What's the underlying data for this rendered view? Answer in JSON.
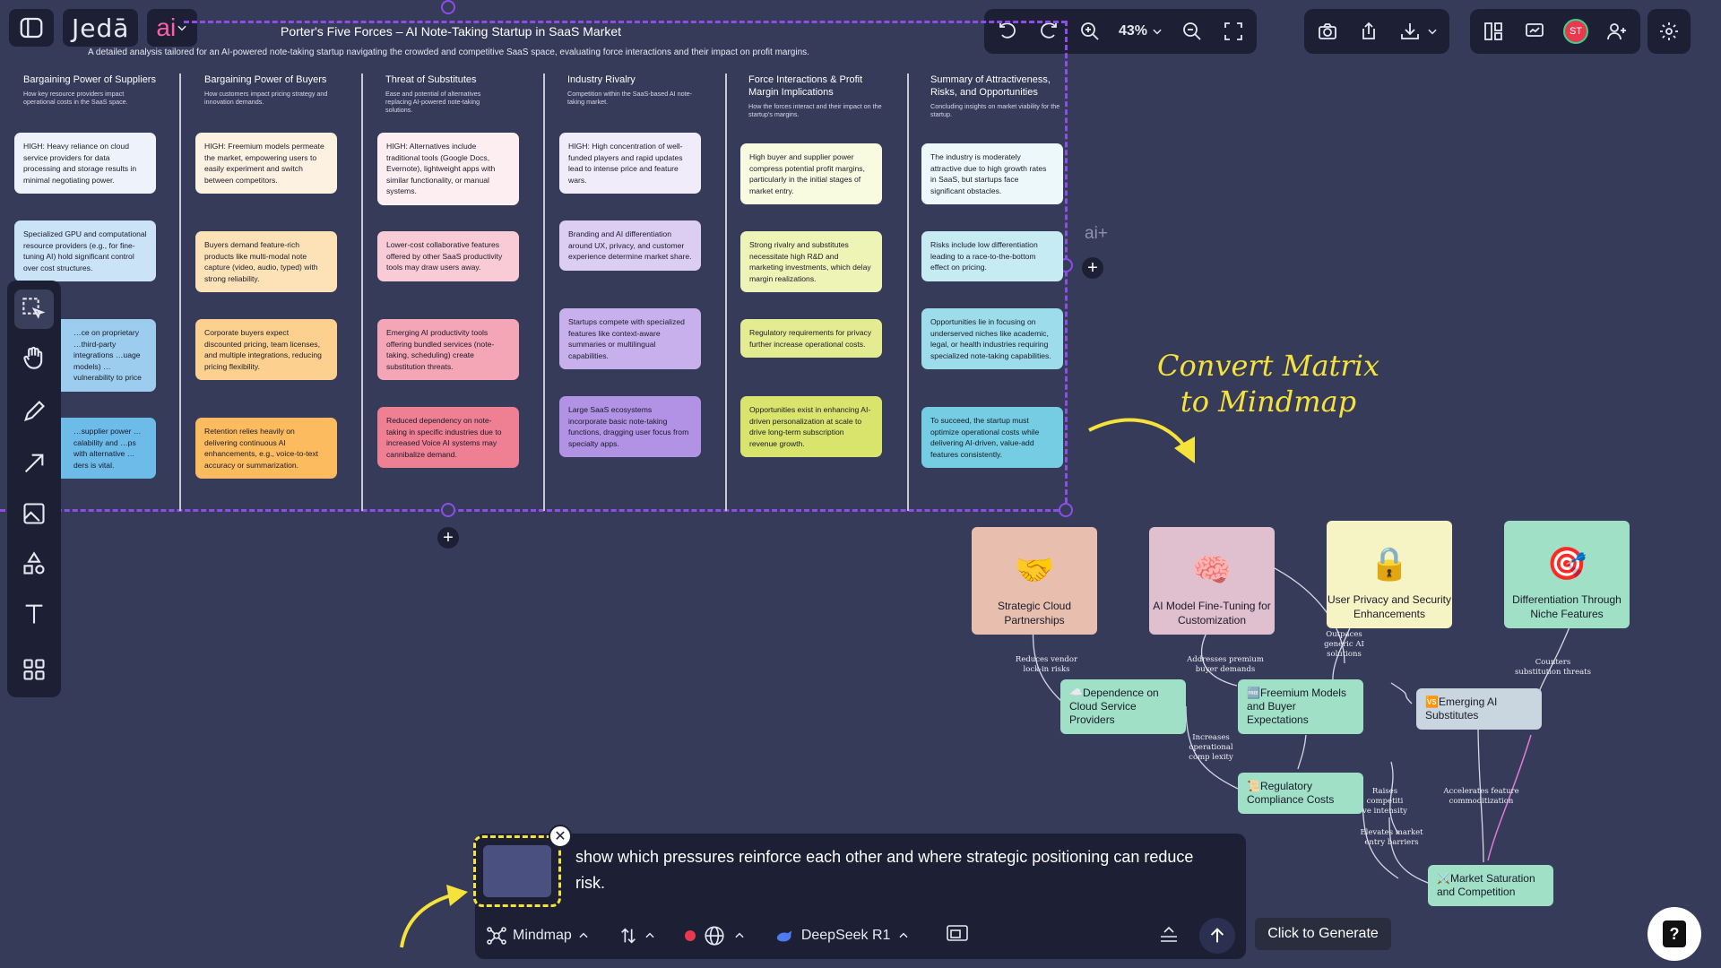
{
  "app": {
    "logo": "Jedā",
    "ai_logo": "ai"
  },
  "doc": {
    "title": "Porter's Five Forces – AI Note-Taking Startup in SaaS Market",
    "subtitle": "A detailed analysis tailored for an AI-powered note-taking startup navigating the crowded and competitive SaaS space, evaluating force interactions and their impact on profit margins."
  },
  "toolbar": {
    "zoom": "43%",
    "avatar": "ST"
  },
  "canvas": {
    "ai_plus": "ai+",
    "plus": "+"
  },
  "columns": [
    {
      "title": "Bargaining Power of Suppliers",
      "desc": "How key resource providers impact operational costs in the SaaS space.",
      "cards": [
        "HIGH: Heavy reliance on cloud service providers for data processing and storage results in minimal negotiating power.",
        "Specialized GPU and computational resource providers (e.g., for fine-tuning AI) hold significant control over cost structures.",
        "…ce on proprietary …third-party integrations …uage models) …vulnerability to price",
        "…supplier power …calability and …ps with alternative …ders is vital."
      ]
    },
    {
      "title": "Bargaining Power of Buyers",
      "desc": "How customers impact pricing strategy and innovation demands.",
      "cards": [
        "HIGH: Freemium models permeate the market, empowering users to easily experiment and switch between competitors.",
        "Buyers demand feature-rich products like multi-modal note capture (video, audio, typed) with strong reliability.",
        "Corporate buyers expect discounted pricing, team licenses, and multiple integrations, reducing pricing flexibility.",
        "Retention relies heavily on delivering continuous AI enhancements, e.g., voice-to-text accuracy or summarization."
      ]
    },
    {
      "title": "Threat of Substitutes",
      "desc": "Ease and potential of alternatives replacing AI-powered note-taking solutions.",
      "cards": [
        "HIGH: Alternatives include traditional tools (Google Docs, Evernote), lightweight apps with similar functionality, or manual systems.",
        "Lower-cost collaborative features offered by other SaaS productivity tools may draw users away.",
        "Emerging AI productivity tools offering bundled services (note-taking, scheduling) create substitution threats.",
        "Reduced dependency on note-taking in specific industries due to increased Voice AI systems may cannibalize demand."
      ]
    },
    {
      "title": "Industry Rivalry",
      "desc": "Competition within the SaaS-based AI note-taking market.",
      "cards": [
        "HIGH: High concentration of well-funded players and rapid updates lead to intense price and feature wars.",
        "Branding and AI differentiation around UX, privacy, and customer experience determine market share.",
        "Startups compete with specialized features like context-aware summaries or multilingual capabilities.",
        "Large SaaS ecosystems incorporate basic note-taking functions, dragging user focus from specialty apps."
      ]
    },
    {
      "title": "Force Interactions & Profit Margin Implications",
      "desc": "How the forces interact and their impact on the startup's margins.",
      "cards": [
        "High buyer and supplier power compress potential profit margins, particularly in the initial stages of market entry.",
        "Strong rivalry and substitutes necessitate high R&D and marketing investments, which delay margin realizations.",
        "Regulatory requirements for privacy further increase operational costs.",
        "Opportunities exist in enhancing AI-driven personalization at scale to drive long-term subscription revenue growth."
      ]
    },
    {
      "title": "Summary of Attractiveness, Risks, and Opportunities",
      "desc": "Concluding insights on market viability for the startup.",
      "cards": [
        "The industry is moderately attractive due to high growth rates in SaaS, but startups face significant obstacles.",
        "Risks include low differentiation leading to a race-to-the-bottom effect on pricing.",
        "Opportunities lie in focusing on underserved niches like academic, legal, or health industries requiring specialized note-taking capabilities.",
        "To succeed, the startup must optimize operational costs while delivering AI-driven, value-add features consistently."
      ]
    }
  ],
  "annotation": "Convert Matrix to Mindmap",
  "mindmap": {
    "topics": [
      {
        "emoji": "🤝",
        "label": "Strategic Cloud Partnerships",
        "color": "#e8bfae"
      },
      {
        "emoji": "🧠",
        "label": "AI Model Fine-Tuning for Customization",
        "color": "#e0bfcf"
      },
      {
        "emoji": "🔒",
        "label": "User Privacy and Security Enhancements",
        "color": "#f6f3c4"
      },
      {
        "emoji": "🎯",
        "label": "Differentiation Through Niche Features",
        "color": "#9fe0c7"
      }
    ],
    "nodes": [
      {
        "label": "☁️Dependence on Cloud Service Providers",
        "color": "#9fe0c7"
      },
      {
        "label": "🆓Freemium Models and Buyer Expectations",
        "color": "#9fe0c7"
      },
      {
        "label": "🆚Emerging AI Substitutes",
        "color": "#c9d6e0"
      },
      {
        "label": "📜Regulatory Compliance Costs",
        "color": "#9fe0c7"
      },
      {
        "label": "⚔️Market Saturation and Competition",
        "color": "#9fe0c7"
      }
    ],
    "edge_labels": [
      "Outpaces generic AI solutions",
      "Reduces vendor lock-in risks",
      "Addresses premium buyer demands",
      "Counters substitution threats",
      "Increases operational comp lexity",
      "Raises competiti ve intensity",
      "Accelerates feature commoditization",
      "Elevates market entry barriers"
    ]
  },
  "chat": {
    "prompt": "show which pressures reinforce each other and where strategic positioning can reduce risk.",
    "mode": "Mindmap",
    "model": "DeepSeek R1",
    "generate_tooltip": "Click to Generate"
  },
  "colors": {
    "accent": "#8d4ee6",
    "background": "#363b5a",
    "panel": "#1d2035",
    "annotation": "#f5e23a"
  }
}
